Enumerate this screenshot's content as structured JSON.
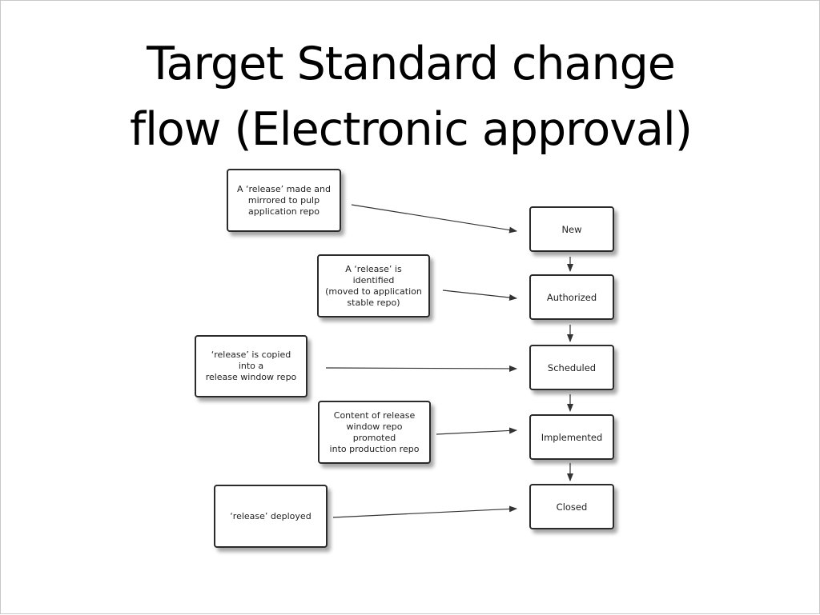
{
  "slide": {
    "title_line1": "Target Standard change",
    "title_line2": "flow (Electronic approval)"
  },
  "diagram": {
    "events": [
      "A ‘release’ made and\nmirrored to pulp\napplication repo",
      "A ‘release’ is identified\n(moved to application\nstable repo)",
      "‘release’ is copied into a\nrelease window repo",
      "Content of release\nwindow repo promoted\ninto production repo",
      "‘release’ deployed"
    ],
    "states": [
      "New",
      "Authorized",
      "Scheduled",
      "Implemented",
      "Closed"
    ]
  }
}
